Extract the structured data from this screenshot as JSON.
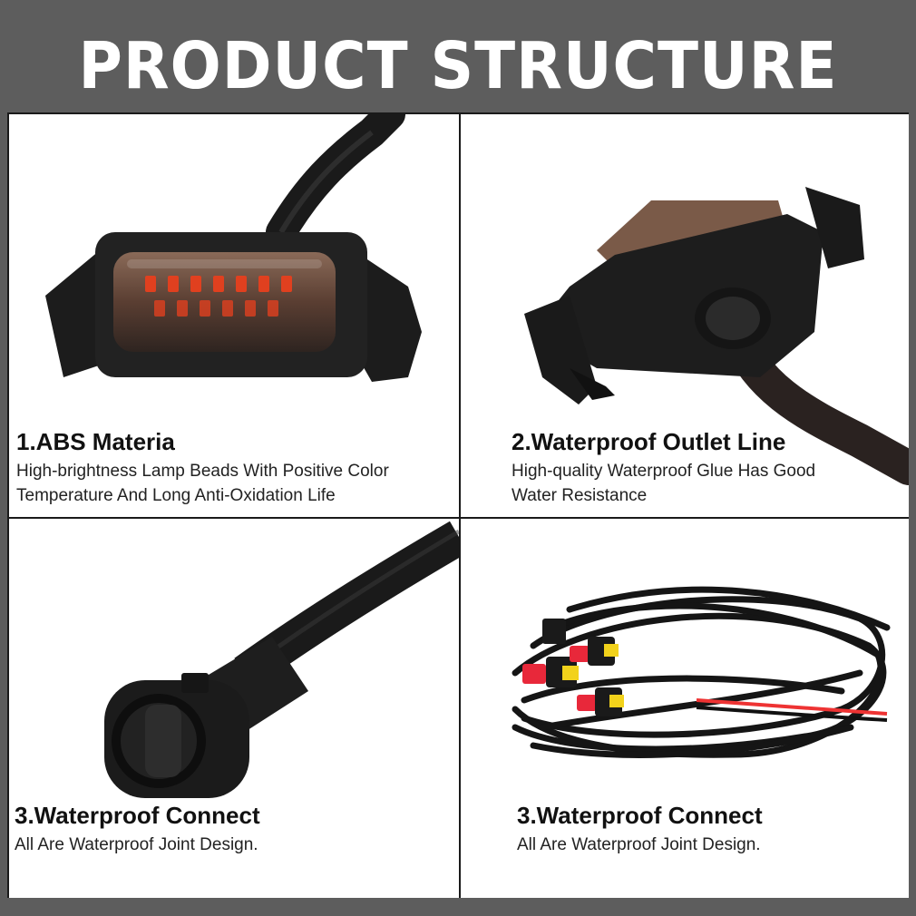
{
  "header": {
    "title": "PRODUCT STRUCTURE"
  },
  "panels": [
    {
      "title": "1.ABS Materia",
      "desc_line1": "High-brightness Lamp Beads With Positive Color",
      "desc_line2": "Temperature And Long Anti-Oxidation Life",
      "icon": "led-lamp-front"
    },
    {
      "title": "2.Waterproof Outlet Line",
      "desc_line1": "High-quality Waterproof Glue Has Good",
      "desc_line2": "Water Resistance",
      "icon": "led-lamp-back"
    },
    {
      "title": "3.Waterproof Connect",
      "desc_line1": "All Are Waterproof Joint Design.",
      "icon": "connector-plug"
    },
    {
      "title": "3.Waterproof Connect",
      "desc_line1": "All Are Waterproof Joint Design.",
      "icon": "wiring-harness"
    }
  ],
  "colors": {
    "background": "#5d5d5d",
    "panel": "#ffffff",
    "border": "#1a1a1a",
    "plastic": "#1c1c1c",
    "lens": "#6b4a3a",
    "led": "#e0401f",
    "connector_red": "#e8283a",
    "connector_yellow": "#f2d21b"
  }
}
